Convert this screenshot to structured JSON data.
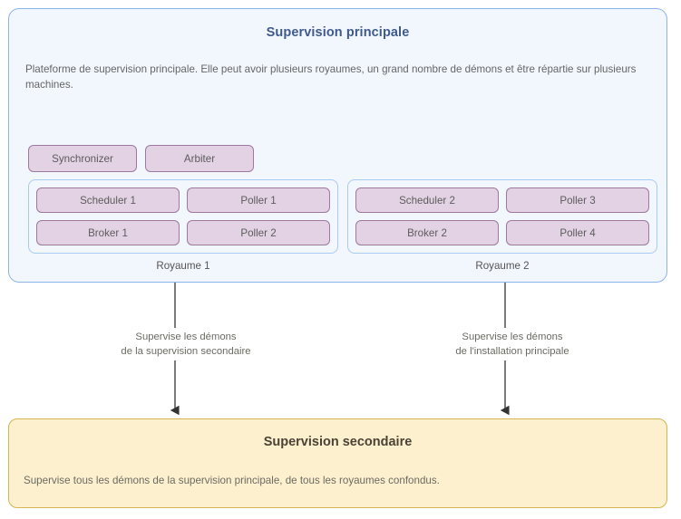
{
  "main": {
    "title": "Supervision principale",
    "description": "Plateforme de supervision principale. Elle peut avoir plusieurs royaumes, un grand nombre de démons et être répartie sur plusieurs machines.",
    "global_daemons": [
      {
        "label": "Synchronizer"
      },
      {
        "label": "Arbiter"
      }
    ],
    "realms": [
      {
        "label": "Royaume 1",
        "daemons": [
          {
            "label": "Scheduler 1"
          },
          {
            "label": "Poller 1"
          },
          {
            "label": "Broker 1"
          },
          {
            "label": "Poller 2"
          }
        ]
      },
      {
        "label": "Royaume 2",
        "daemons": [
          {
            "label": "Scheduler 2"
          },
          {
            "label": "Poller 3"
          },
          {
            "label": "Broker 2"
          },
          {
            "label": "Poller 4"
          }
        ]
      }
    ]
  },
  "arrows": [
    {
      "line1": "Supervise les démons",
      "line2": "de la supervision secondaire"
    },
    {
      "line1": "Supervise les démons",
      "line2": "de l'installation principale"
    }
  ],
  "secondary": {
    "title": "Supervision secondaire",
    "description": "Supervise tous les démons de la supervision principale, de tous les royaumes confondus."
  },
  "colors": {
    "panel_background": "#f2f6fd",
    "panel_border": "#8cb4ec",
    "panel_title": "#3f5b8c",
    "daemon_background": "#e3d2e4",
    "daemon_border": "#9d79a0",
    "secondary_background": "#fdf0cf",
    "secondary_border": "#d6b450",
    "arrow": "#333333"
  }
}
